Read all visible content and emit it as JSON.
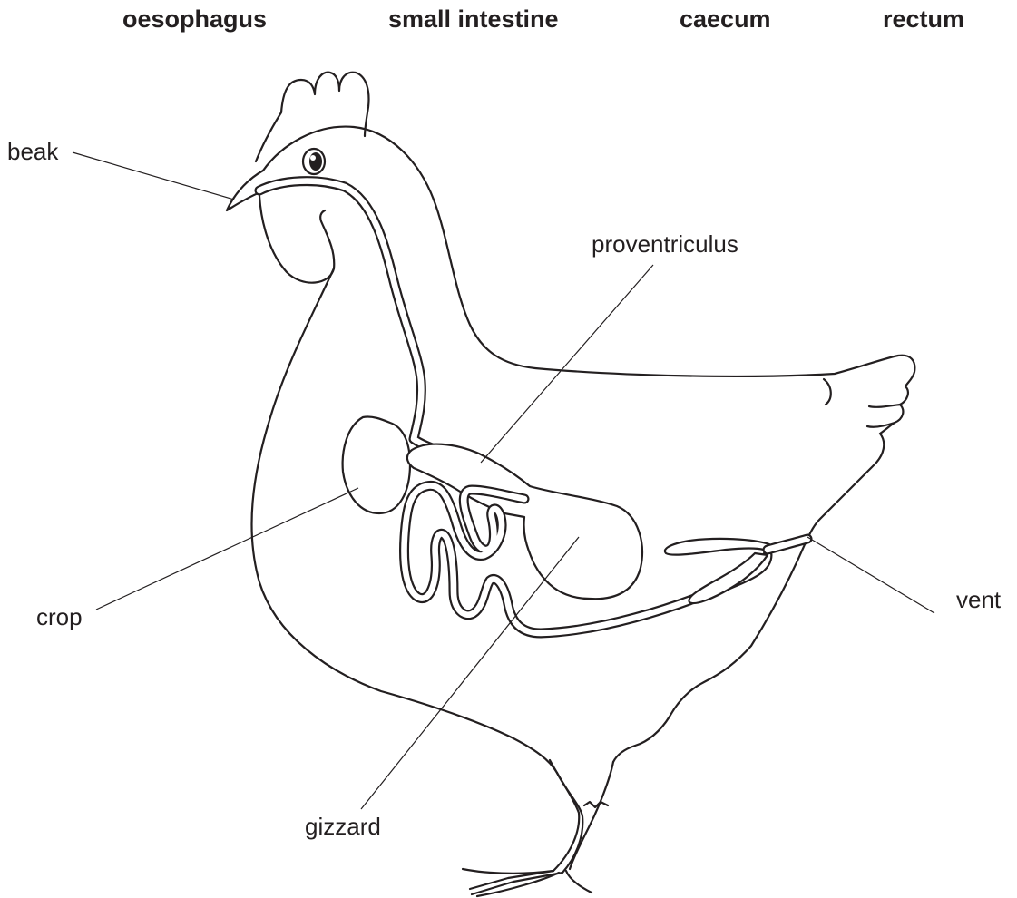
{
  "word_bank": [
    "oesophagus",
    "small intestine",
    "caecum",
    "rectum"
  ],
  "labels": {
    "beak": "beak",
    "proventriculus": "proventriculus",
    "crop": "crop",
    "gizzard": "gizzard",
    "vent": "vent"
  }
}
